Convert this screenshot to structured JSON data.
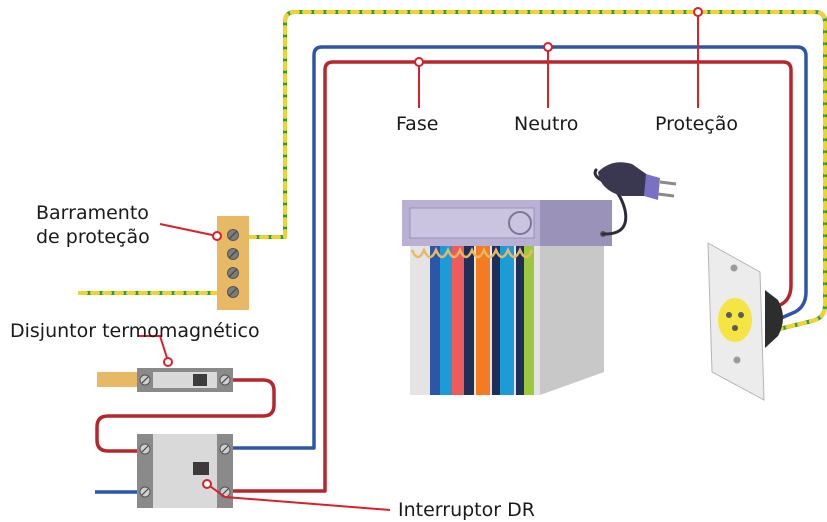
{
  "labels": {
    "fase": "Fase",
    "neutro": "Neutro",
    "protecao": "Proteção",
    "barramento_line1": "Barramento",
    "barramento_line2": "de proteção",
    "disjuntor": "Disjuntor termomagnético",
    "interruptor_dr": "Interruptor DR"
  },
  "colors": {
    "phase_wire": "#b5272d",
    "neutral_wire": "#2f56a6",
    "ground_wire_green": "#2a9d3c",
    "ground_wire_yellow": "#f2d22e",
    "callout_line": "#d7212b",
    "busbar": "#e8b964",
    "device_body": "#d9d9d9",
    "terminal": "#8a8a8a",
    "socket_plate": "#ececec",
    "socket_face": "#f4e542"
  },
  "icons": {
    "busbar": "ground-busbar-icon",
    "breaker": "circuit-breaker-icon",
    "rcd": "residual-current-device-icon",
    "appliance": "appliance-icon",
    "plug": "power-plug-icon",
    "socket": "wall-socket-icon"
  }
}
